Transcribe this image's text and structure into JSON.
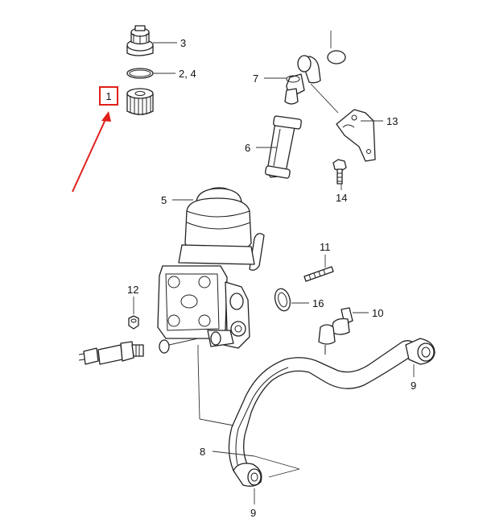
{
  "colors": {
    "line": "#222222",
    "highlight": "#e0201b",
    "background": "#ffffff"
  },
  "callouts": {
    "c1": "1",
    "c3": "3",
    "c2_4": "2, 4",
    "c7": "7",
    "c13": "13",
    "c6": "6",
    "c14": "14",
    "c5": "5",
    "c11": "11",
    "c12": "12",
    "c16": "16",
    "c10": "10",
    "c9_right": "9",
    "c8": "8",
    "c9_bottom": "9"
  }
}
